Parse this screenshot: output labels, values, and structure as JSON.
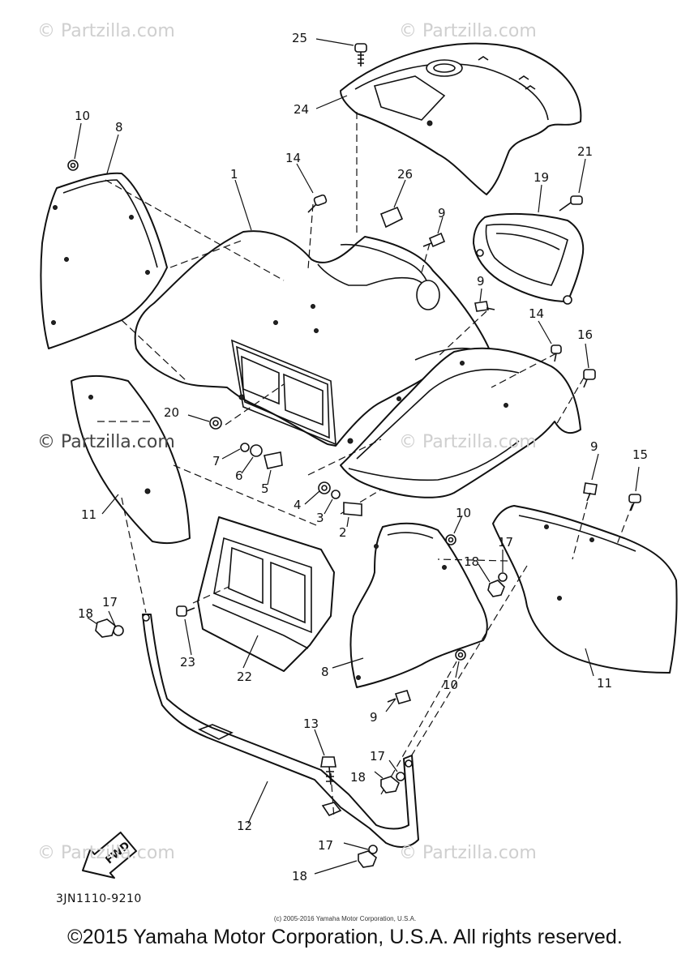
{
  "watermarks": [
    {
      "text": "© Partzilla.com"
    },
    {
      "text": "© Partzilla.com"
    },
    {
      "text": "© Partzilla.com"
    },
    {
      "text": "© Partzilla.com"
    },
    {
      "text": "© Partzilla.com"
    },
    {
      "text": "© Partzilla.com"
    }
  ],
  "callouts": {
    "c1": "1",
    "c2": "2",
    "c3": "3",
    "c4": "4",
    "c5": "5",
    "c6": "6",
    "c7": "7",
    "c8a": "8",
    "c8b": "8",
    "c9a": "9",
    "c9b": "9",
    "c9c": "9",
    "c9d": "9",
    "c10a": "10",
    "c10b": "10",
    "c10c": "10",
    "c11a": "11",
    "c11b": "11",
    "c12": "12",
    "c13": "13",
    "c14a": "14",
    "c14b": "14",
    "c15": "15",
    "c16": "16",
    "c17a": "17",
    "c17b": "17",
    "c17c": "17",
    "c17d": "17",
    "c18a": "18",
    "c18b": "18",
    "c18c": "18",
    "c18d": "18",
    "c19": "19",
    "c20": "20",
    "c21": "21",
    "c22": "22",
    "c23": "23",
    "c24": "24",
    "c25": "25",
    "c26": "26"
  },
  "fwd_label": "FWD",
  "drawing_number": "3JN1110-9210",
  "small_copyright": "(c) 2005-2016 Yamaha Motor Corporation, U.S.A.",
  "copyright": "©2015 Yamaha Motor Corporation, U.S.A. All rights reserved."
}
